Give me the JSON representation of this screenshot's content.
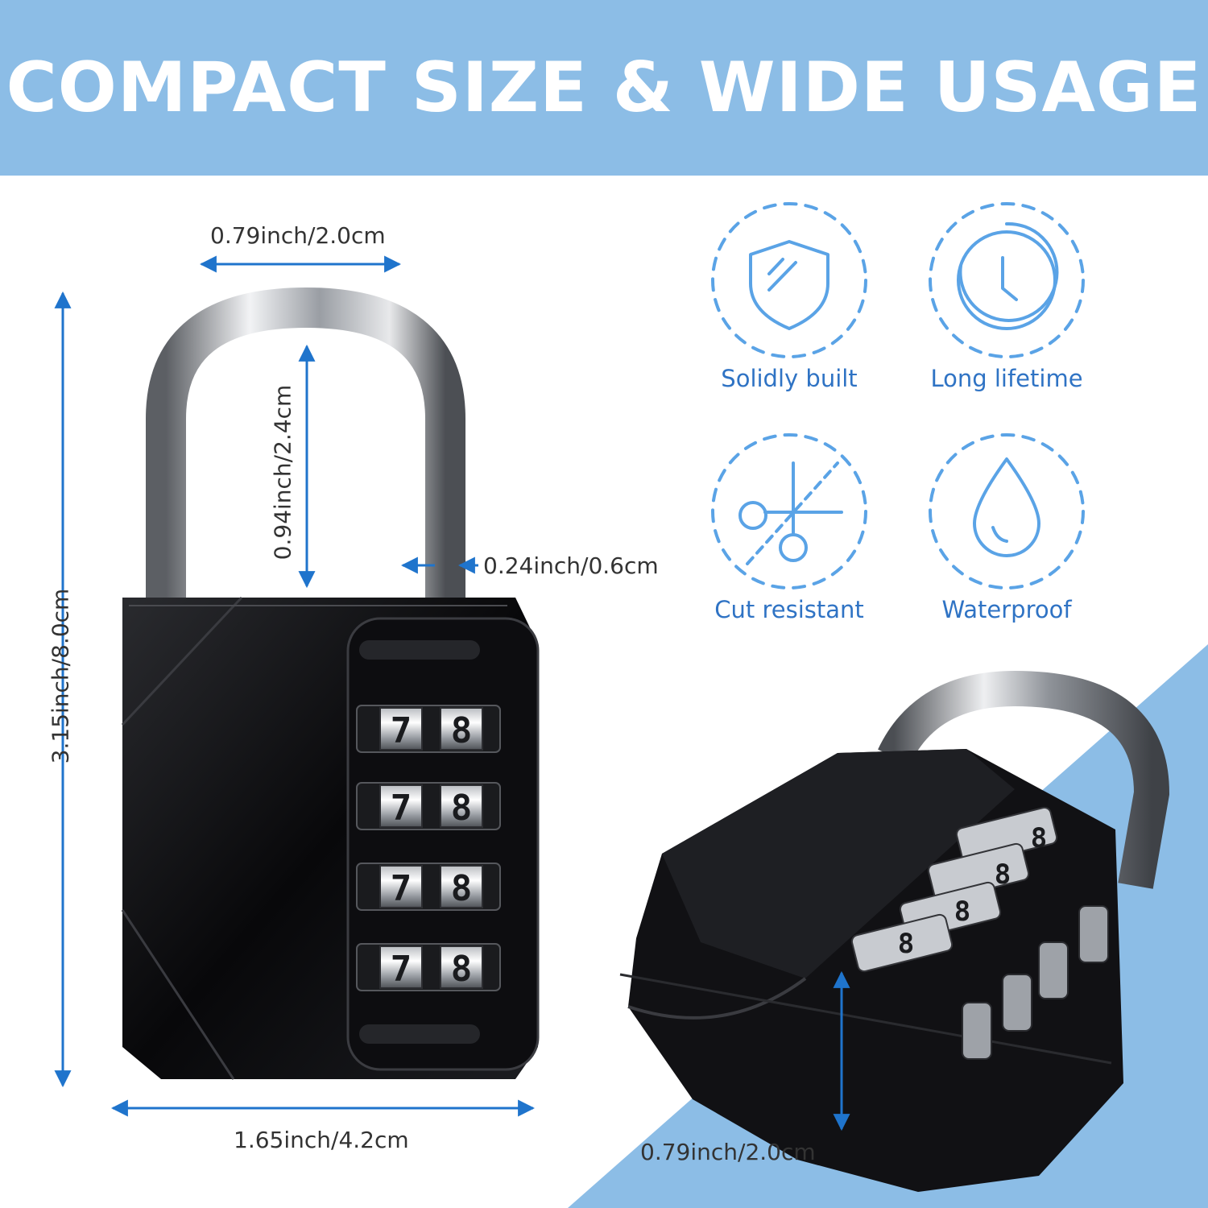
{
  "banner": {
    "title": "COMPACT SIZE & WIDE USAGE"
  },
  "dimensions": {
    "shackle_width": "0.79inch/2.0cm",
    "shackle_height": "0.94inch/2.4cm",
    "shackle_diameter": "0.24inch/0.6cm",
    "total_height": "3.15inch/8.0cm",
    "body_width": "1.65inch/4.2cm",
    "body_thickness": "0.79inch/2.0cm"
  },
  "features": [
    {
      "label": "Solidly built",
      "icon": "shield-icon"
    },
    {
      "label": "Long lifetime",
      "icon": "clock-icon"
    },
    {
      "label": "Cut resistant",
      "icon": "scissors-icon"
    },
    {
      "label": "Waterproof",
      "icon": "water-drop-icon"
    }
  ],
  "dial_digits": {
    "front": [
      "7",
      "8"
    ],
    "angled": "8"
  },
  "colors": {
    "banner": "#8cbde6",
    "accent_blue": "#1f74cc",
    "feature_blue": "#5aa3e6",
    "lock_body": "#101012"
  }
}
